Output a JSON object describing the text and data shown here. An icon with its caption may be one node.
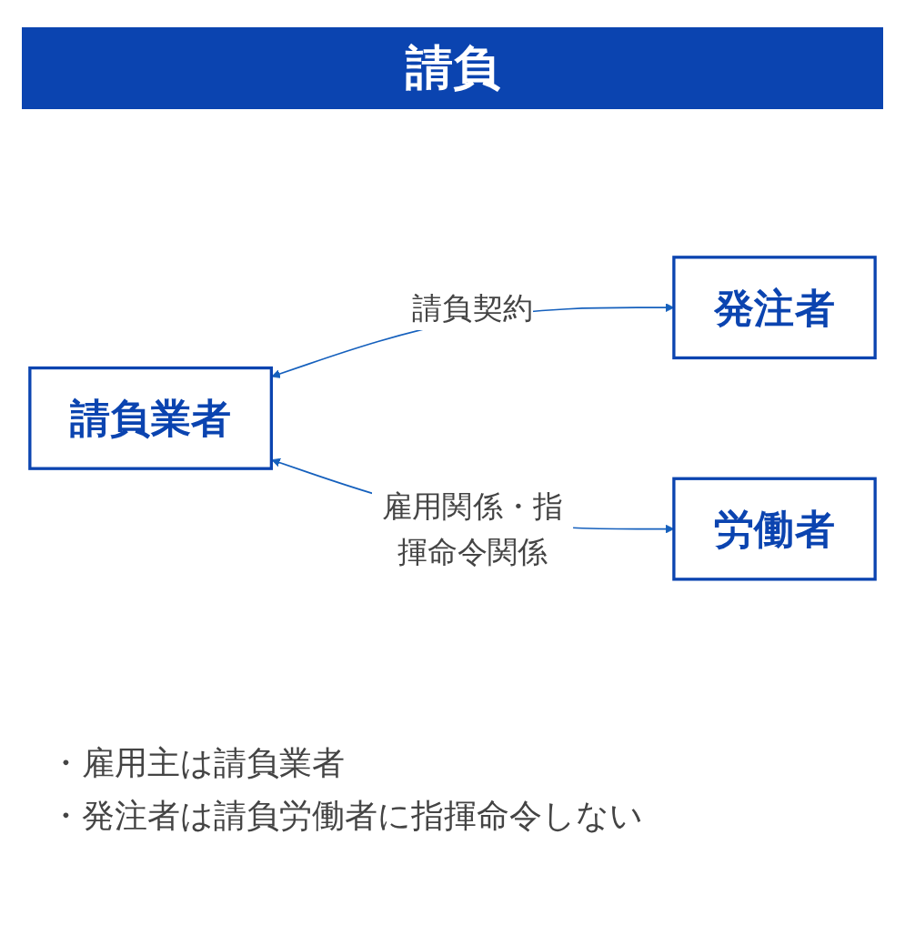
{
  "diagram": {
    "title": "請負",
    "nodes": [
      {
        "text": [
          "請負業者"
        ]
      },
      {
        "text": [
          "発注者"
        ]
      },
      {
        "text": [
          "労働者"
        ]
      }
    ],
    "edges": [
      {
        "from": 0,
        "to": 1,
        "arrow": "both",
        "label": "請負契約"
      },
      {
        "from": 0,
        "to": 2,
        "arrow": "both",
        "label": "雇用関係・指揮命令関係"
      }
    ],
    "labels": [
      "・雇用主は請負業者",
      "・発注者は請負労働者に指揮命令しない"
    ]
  }
}
